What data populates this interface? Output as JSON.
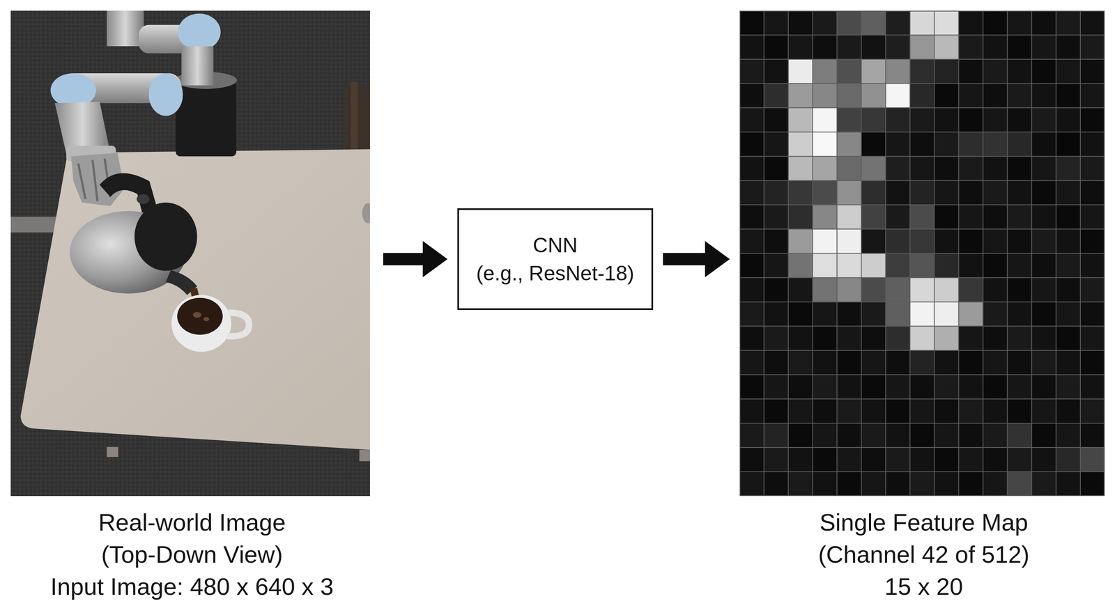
{
  "diagram": {
    "nodes": [
      {
        "text": [
          "Real-world Image",
          "(Top-Down View)",
          "Input Image: 480 x 640 x 3"
        ]
      },
      {
        "text": [
          "CNN",
          "(e.g., ResNet-18)"
        ]
      },
      {
        "text": [
          "Single Feature Map",
          "(Channel 42 of 512)",
          "15 x 20"
        ]
      }
    ],
    "edges": [
      {
        "from": 0,
        "to": 1,
        "arrow": "to"
      },
      {
        "from": 1,
        "to": 2,
        "arrow": "to"
      }
    ]
  }
}
